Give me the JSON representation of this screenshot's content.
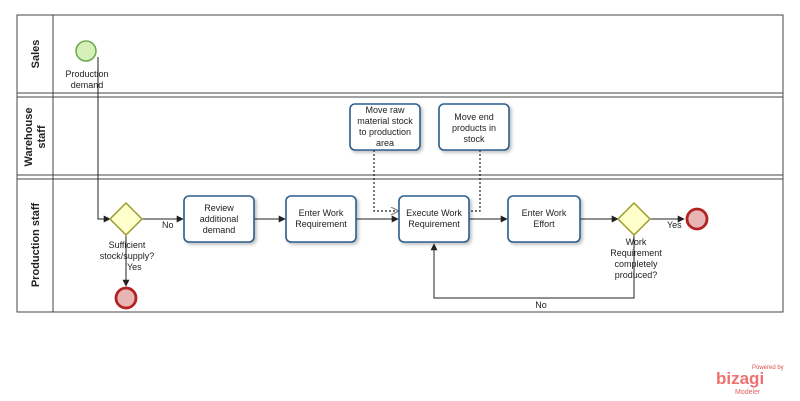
{
  "lanes": {
    "sales": "Sales",
    "warehouse_line1": "Warehouse",
    "warehouse_line2": "staff",
    "production": "Production staff"
  },
  "events": {
    "start_line1": "Production",
    "start_line2": "demand"
  },
  "tasks": {
    "review": [
      "Review",
      "additional",
      "demand"
    ],
    "enter_req": [
      "Enter Work",
      "Requirement"
    ],
    "execute": [
      "Execute Work",
      "Requirement"
    ],
    "enter_effort": [
      "Enter Work",
      "Effort"
    ],
    "move_raw": [
      "Move raw",
      "material stock",
      "to production",
      "area"
    ],
    "move_end": [
      "Move end",
      "products in",
      "stock"
    ]
  },
  "gateways": {
    "sufficient": [
      "Sufficient",
      "stock/supply?"
    ],
    "complete": [
      "Work",
      "Requirement",
      "completely",
      "produced?"
    ]
  },
  "flow_labels": {
    "no1": "No",
    "yes1": "Yes",
    "yes2": "Yes",
    "no2": "No"
  },
  "branding": {
    "powered_by": "Powered by",
    "name": "bizagi",
    "product": "Modeler"
  },
  "colors": {
    "start_event": "#d6f0b8",
    "end_event": "#e8b4b4",
    "gateway": "#ffffcc",
    "task_border": "#2b5e8e"
  }
}
